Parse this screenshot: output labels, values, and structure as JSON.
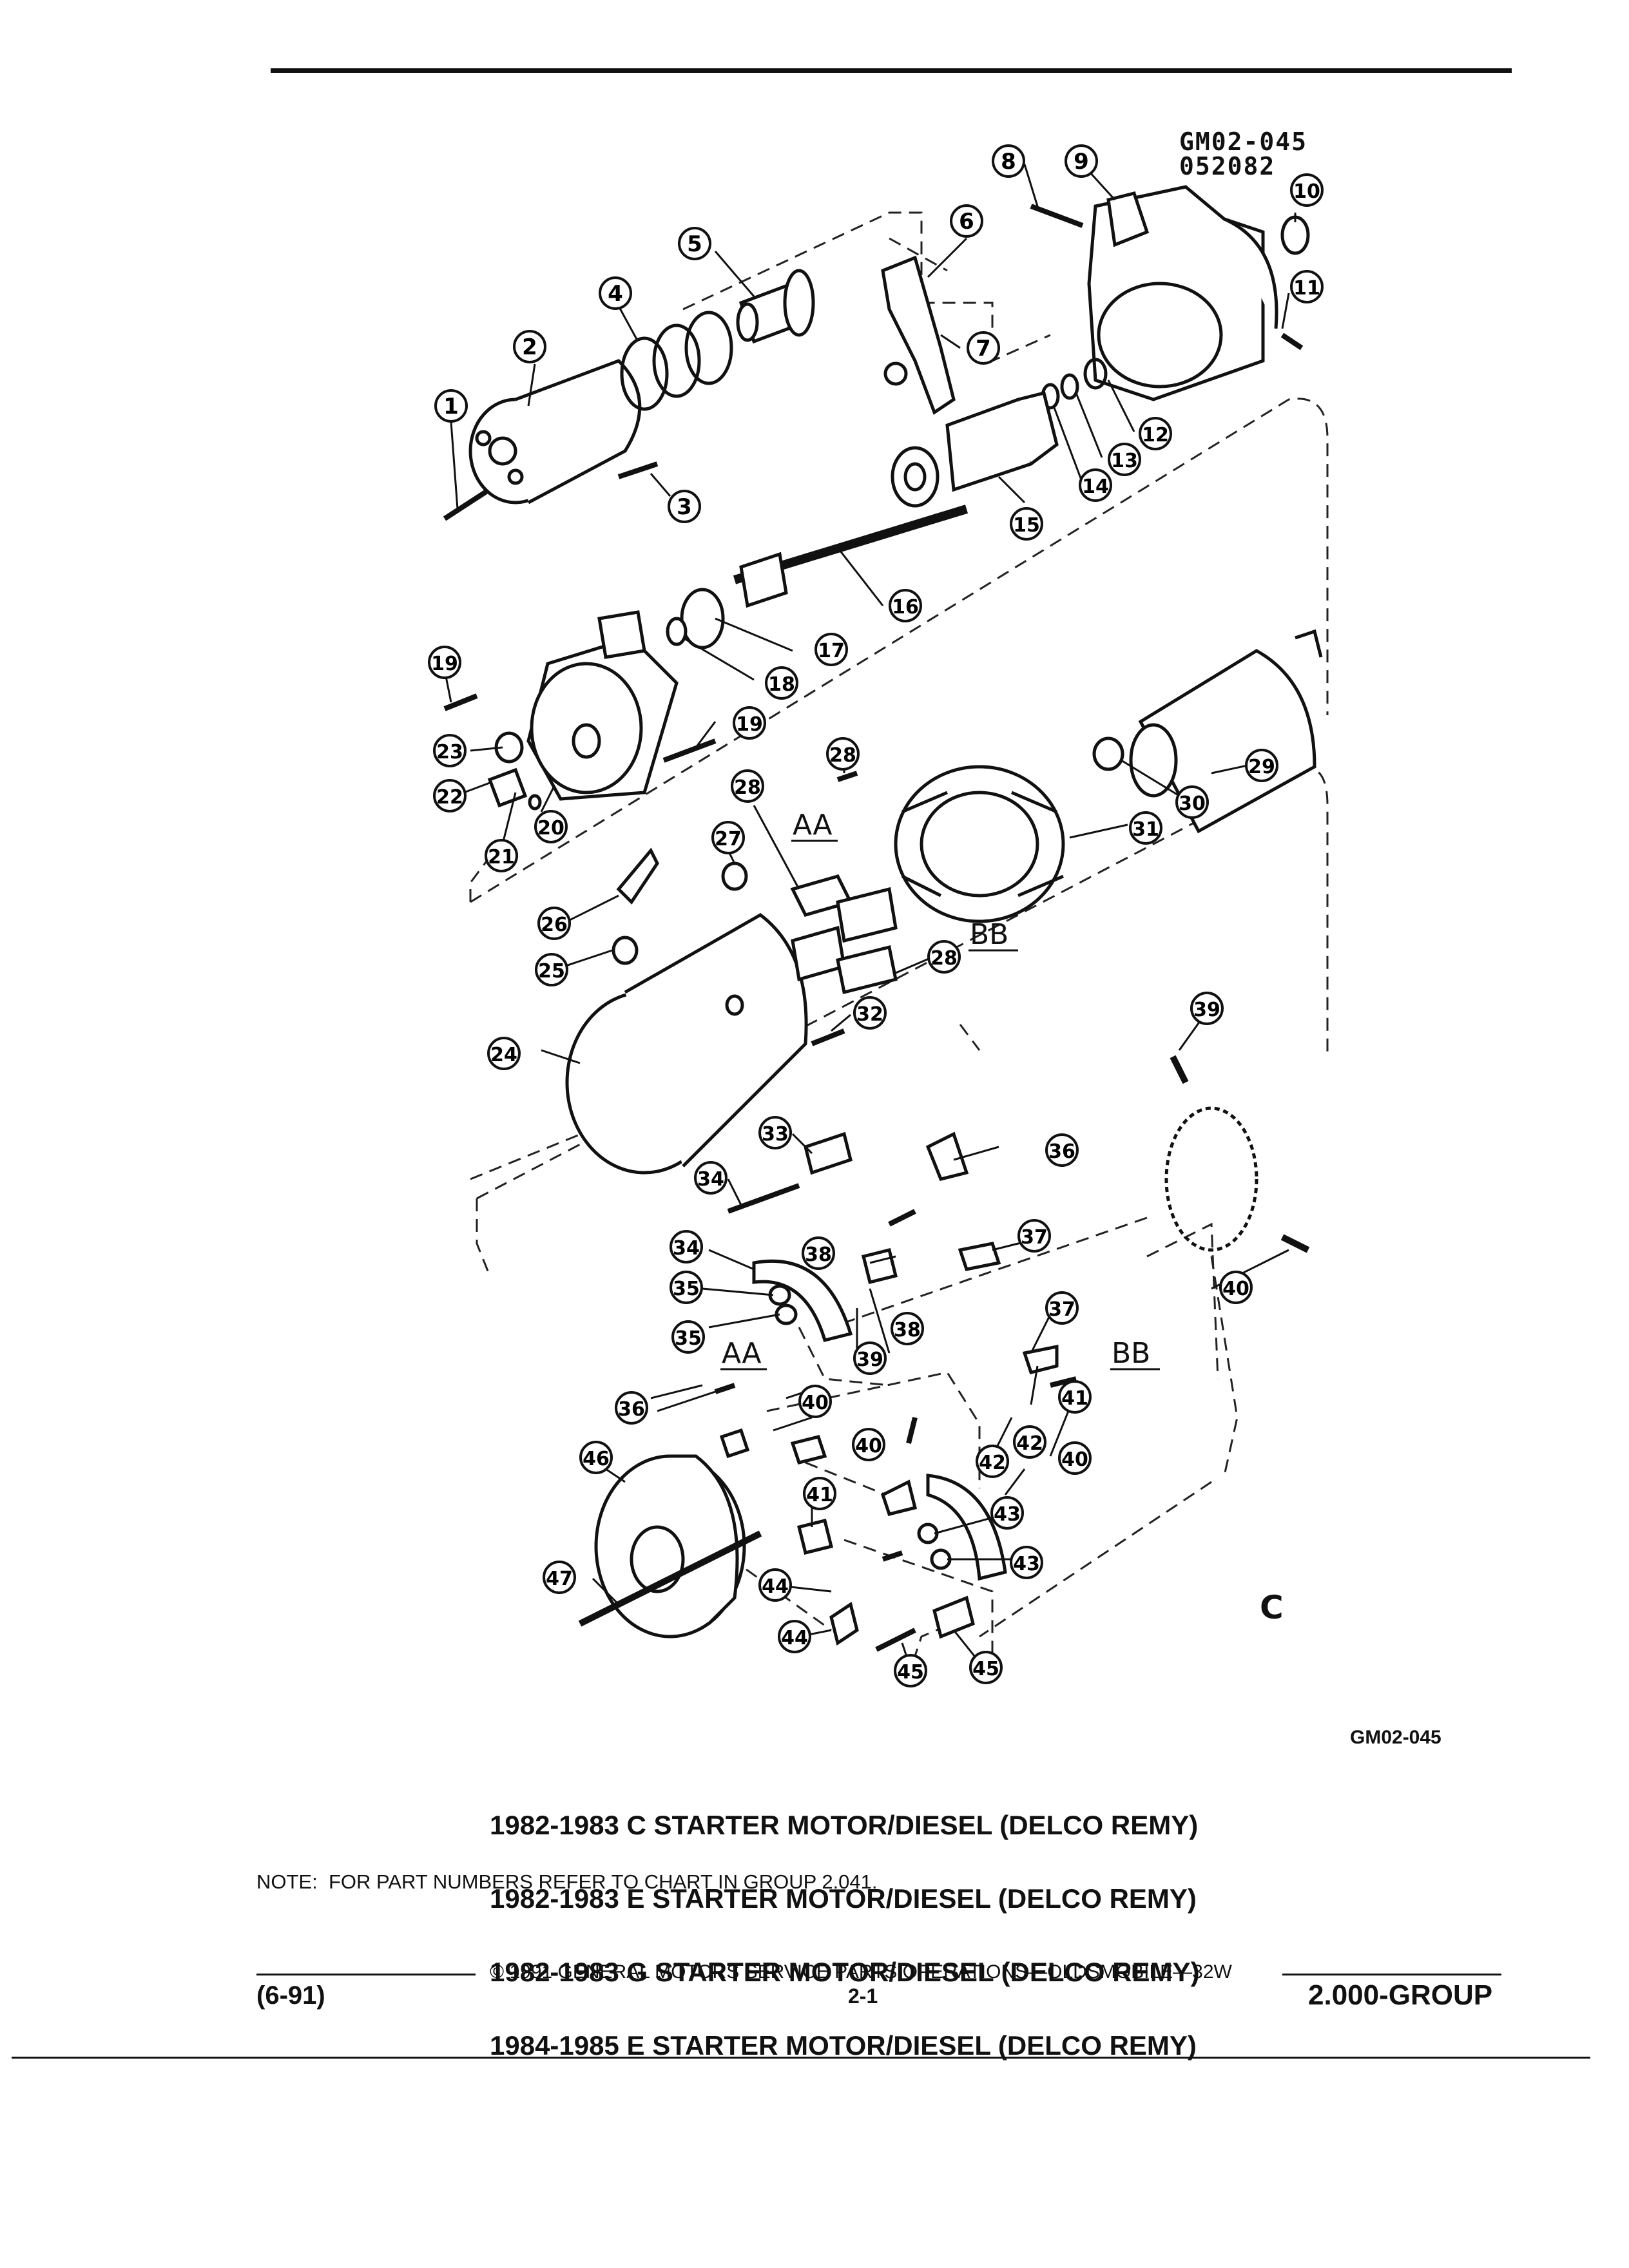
{
  "diagram_id": "GM02-045",
  "diagram_date": "052082",
  "section_letter": "C",
  "callouts": [
    "1",
    "2",
    "3",
    "4",
    "5",
    "6",
    "7",
    "8",
    "9",
    "10",
    "11",
    "12",
    "13",
    "14",
    "15",
    "16",
    "17",
    "18",
    "19",
    "19",
    "20",
    "21",
    "22",
    "23",
    "24",
    "25",
    "26",
    "27",
    "28",
    "28",
    "28",
    "29",
    "30",
    "31",
    "32",
    "33",
    "34",
    "34",
    "35",
    "35",
    "36",
    "36",
    "37",
    "37",
    "38",
    "38",
    "39",
    "39",
    "40",
    "40",
    "40",
    "40",
    "41",
    "41",
    "42",
    "42",
    "43",
    "43",
    "44",
    "44",
    "45",
    "45",
    "46",
    "47"
  ],
  "labels": {
    "aa": "AA",
    "bb": "BB"
  },
  "bottom_id": "GM02-045",
  "titles": [
    "1982-1983 C STARTER MOTOR/DIESEL (DELCO REMY)",
    "1982-1983 E STARTER MOTOR/DIESEL (DELCO REMY)",
    "1982-1983 G STARTER MOTOR/DIESEL (DELCO REMY)",
    "1984-1985 E STARTER MOTOR/DIESEL (DELCO REMY)"
  ],
  "note": "NOTE:  FOR PART NUMBERS REFER TO CHART IN GROUP 2.041.",
  "footer": {
    "revision": "(6-91)",
    "copyright": "© 1991 GENERAL MOTORS SERVICE PARTS OPERATIONS—OLDSMOBILE—32W",
    "page": "2-1",
    "group": "2.000-GROUP"
  }
}
